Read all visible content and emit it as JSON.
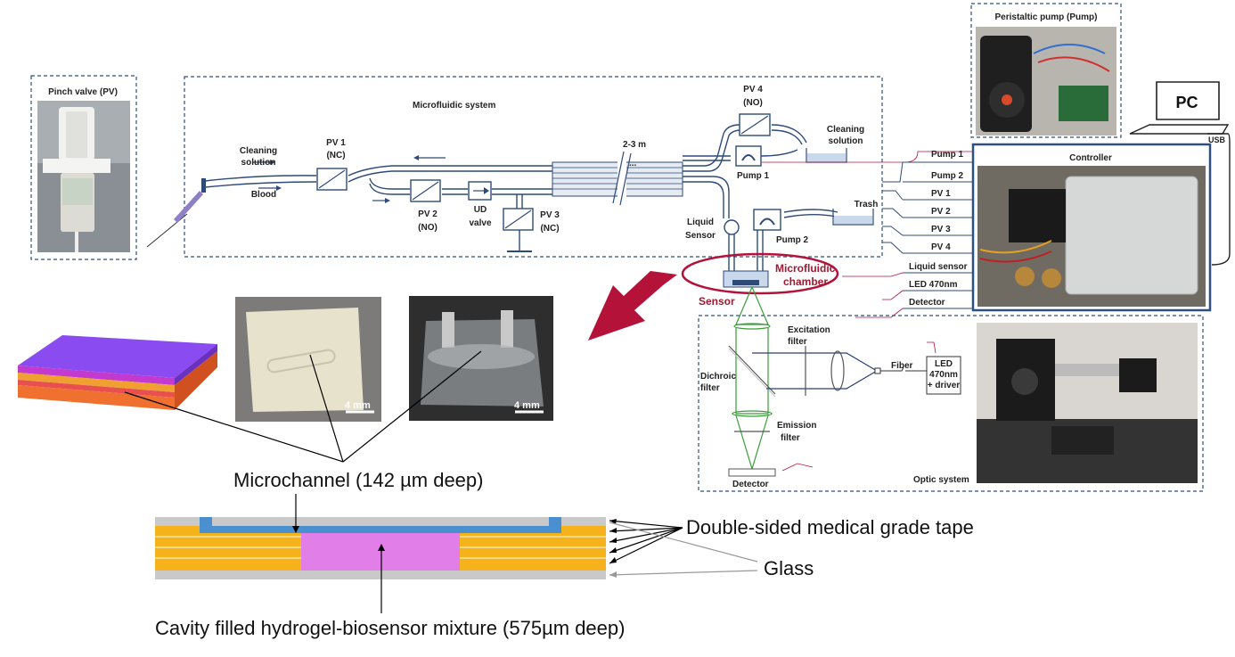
{
  "colors": {
    "tube": "#2d4a78",
    "accent_red": "#b5123a",
    "tape": "#f5b21a",
    "hydrogel": "#e27ee8",
    "channel": "#4a90d0",
    "glass": "#c8c8c8",
    "optic_green": "#3a9c3a",
    "optic_blue": "#2a3f7a"
  },
  "photos": {
    "pinch_valve": "Pinch valve (PV)",
    "peristaltic_pump": "Peristaltic pump (Pump)",
    "pc": "PC",
    "usb": "USB",
    "controller": "Controller"
  },
  "microfluidic": {
    "title": "Microfluidic system",
    "cleaning_left": [
      "Cleaning",
      "solution"
    ],
    "blood": "Blood",
    "pv1": [
      "PV 1",
      "(NC)"
    ],
    "pv2": [
      "PV 2",
      "(NO)"
    ],
    "ud_valve": [
      "UD",
      "valve"
    ],
    "pv3": [
      "PV 3",
      "(NC)"
    ],
    "length": "2-3 m",
    "pv4": [
      "PV 4",
      "(NO)"
    ],
    "pump1": "Pump 1",
    "cleaning_right": [
      "Cleaning",
      "solution"
    ],
    "trash": "Trash",
    "liquid_sensor": [
      "Liquid",
      "Sensor"
    ],
    "pump2": "Pump 2",
    "microfluidic_chamber": [
      "Microfluidic",
      "chamber"
    ],
    "sensor": "Sensor",
    "dots": "..."
  },
  "signals": [
    "Pump 1",
    "Pump 2",
    "PV 1",
    "PV 2",
    "PV 3",
    "PV 4",
    "Liquid sensor",
    "LED 470nm",
    "Detector"
  ],
  "optics": {
    "excitation_filter": [
      "Excitation",
      "filter"
    ],
    "dichroic_filter": [
      "Dichroic",
      "filter"
    ],
    "emission_filter": [
      "Emission",
      "filter"
    ],
    "fiber": "Fiber",
    "led": [
      "LED",
      "470nm",
      "+ driver"
    ],
    "detector": "Detector",
    "title": "Optic system"
  },
  "chip": {
    "scale_1": "4 mm",
    "scale_2": "4 mm",
    "microchannel": "Microchannel (142 µm deep)",
    "tape": "Double-sided medical grade tape",
    "glass": "Glass",
    "cavity": "Cavity filled hydrogel-biosensor mixture (575µm deep)"
  }
}
